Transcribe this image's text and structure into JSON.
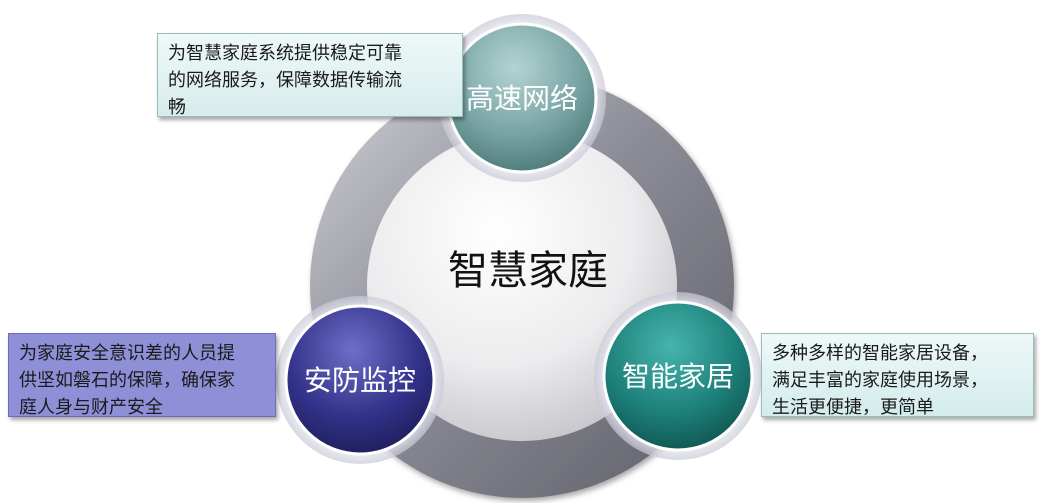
{
  "center": {
    "label": "智慧家庭"
  },
  "nodes": [
    {
      "label": "高速网络",
      "color": "#6f9c9c"
    },
    {
      "label": "安防监控",
      "color": "#2f2f7c"
    },
    {
      "label": "智能家居",
      "color": "#1f7f7a"
    }
  ],
  "callouts": {
    "network": [
      "为智慧家庭系统提供稳定可靠",
      "的网络服务，保障数据传输流",
      "畅"
    ],
    "security": [
      "为家庭安全意识差的人员提",
      "供坚如磐石的保障，确保家",
      "庭人身与财产安全"
    ],
    "home": [
      "多种多样的智能家居设备，",
      "满足丰富的家庭使用场景，",
      "生活更便捷，更简单"
    ]
  }
}
